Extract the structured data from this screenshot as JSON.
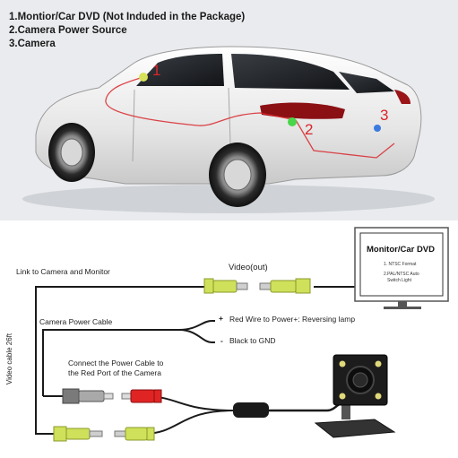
{
  "legend": [
    "1.Montior/Car DVD (Not Induded in the Package)",
    "2.Camera Power Source",
    "3.Camera"
  ],
  "markers": [
    "1",
    "2",
    "3"
  ],
  "wiring": {
    "link_label": "Link to Camera and Monitor",
    "video_out_label": "Video(out)",
    "power_cable_label": "Camera Power Cable",
    "red_wire_label": "Red Wire to Power+: Reversing lamp",
    "black_wire_label": "Black to GND",
    "connect_note_line1": "Connect the Power Cable to",
    "connect_note_line2": "the Red Port of the Camera",
    "vertical_label": "Video cable 26ft",
    "plus_sign": "+",
    "minus_sign": "-"
  },
  "monitor": {
    "title": "Monitor/Car DVD",
    "line1": "1. NTSC Format",
    "line2": "2.PAL/NTSC Auto",
    "line3": "Switch Light"
  },
  "colors": {
    "marker_red": "#d8262b",
    "connector_yellow": "#cfe05a",
    "connector_red": "#e02424",
    "cable": "#1a1a1a"
  }
}
